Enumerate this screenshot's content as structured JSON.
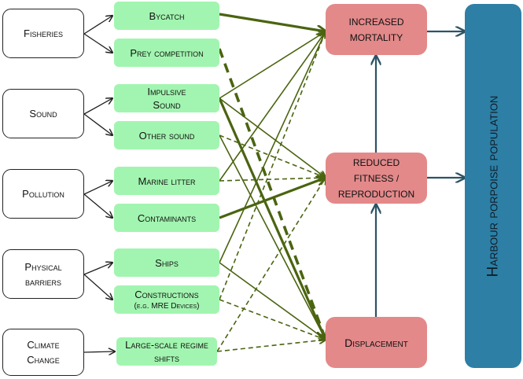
{
  "title": "Harbour porpoise pressure-impact diagram",
  "colors": {
    "source_fill": "#ffffff",
    "pressure_fill": "#a2f5b0",
    "effect_fill": "#e3898a",
    "population_fill": "#2d7fa5",
    "impact_line": "#4a6410",
    "flow_line": "#2c5366"
  },
  "sources": [
    {
      "id": "fisheries",
      "label": "Fisheries"
    },
    {
      "id": "sound",
      "label": "Sound"
    },
    {
      "id": "pollution",
      "label": "Pollution"
    },
    {
      "id": "physical",
      "label": "Physical barriers"
    },
    {
      "id": "climate",
      "label": "Climate Change"
    }
  ],
  "pressures": [
    {
      "id": "bycatch",
      "label": "Bycatch",
      "sub": ""
    },
    {
      "id": "prey",
      "label": "Prey competition",
      "sub": ""
    },
    {
      "id": "impulsive",
      "label": "Impulsive Sound",
      "sub": ""
    },
    {
      "id": "other",
      "label": "Other sound",
      "sub": ""
    },
    {
      "id": "litter",
      "label": "Marine litter",
      "sub": ""
    },
    {
      "id": "contam",
      "label": "Contaminants",
      "sub": ""
    },
    {
      "id": "ships",
      "label": "Ships",
      "sub": ""
    },
    {
      "id": "constr",
      "label": "Constructions",
      "sub": "(e.g. MRE Devices)"
    },
    {
      "id": "regime",
      "label": "Large-scale regime shifts",
      "sub": ""
    }
  ],
  "effects": [
    {
      "id": "mortality",
      "label": "INCREASED MORTALITY"
    },
    {
      "id": "fitness",
      "label": "REDUCED FITNESS / REPRODUCTION"
    },
    {
      "id": "displacement",
      "label": "Displacement"
    }
  ],
  "population": {
    "label": "Harbour porpoise population"
  },
  "source_links": [
    [
      "fisheries",
      "bycatch"
    ],
    [
      "fisheries",
      "prey"
    ],
    [
      "sound",
      "impulsive"
    ],
    [
      "sound",
      "other"
    ],
    [
      "pollution",
      "litter"
    ],
    [
      "pollution",
      "contam"
    ],
    [
      "physical",
      "ships"
    ],
    [
      "physical",
      "constr"
    ],
    [
      "climate",
      "regime"
    ]
  ],
  "impact_links": [
    {
      "from": "bycatch",
      "to": "mortality",
      "style": "thick"
    },
    {
      "from": "prey",
      "to": "displacement",
      "style": "thick-dashed"
    },
    {
      "from": "impulsive",
      "to": "mortality",
      "style": "solid"
    },
    {
      "from": "impulsive",
      "to": "fitness",
      "style": "solid"
    },
    {
      "from": "impulsive",
      "to": "displacement",
      "style": "thick"
    },
    {
      "from": "other",
      "to": "fitness",
      "style": "dashed"
    },
    {
      "from": "other",
      "to": "displacement",
      "style": "solid"
    },
    {
      "from": "litter",
      "to": "mortality",
      "style": "solid"
    },
    {
      "from": "litter",
      "to": "fitness",
      "style": "dashed"
    },
    {
      "from": "contam",
      "to": "fitness",
      "style": "thick"
    },
    {
      "from": "ships",
      "to": "mortality",
      "style": "solid"
    },
    {
      "from": "ships",
      "to": "displacement",
      "style": "solid"
    },
    {
      "from": "constr",
      "to": "mortality",
      "style": "dashed"
    },
    {
      "from": "constr",
      "to": "displacement",
      "style": "dashed"
    },
    {
      "from": "regime",
      "to": "fitness",
      "style": "dashed"
    },
    {
      "from": "regime",
      "to": "displacement",
      "style": "dashed"
    }
  ],
  "flow_links": [
    {
      "from": "mortality",
      "to": "population"
    },
    {
      "from": "fitness",
      "to": "population"
    },
    {
      "from": "fitness",
      "to": "mortality"
    },
    {
      "from": "displacement",
      "to": "fitness"
    }
  ]
}
